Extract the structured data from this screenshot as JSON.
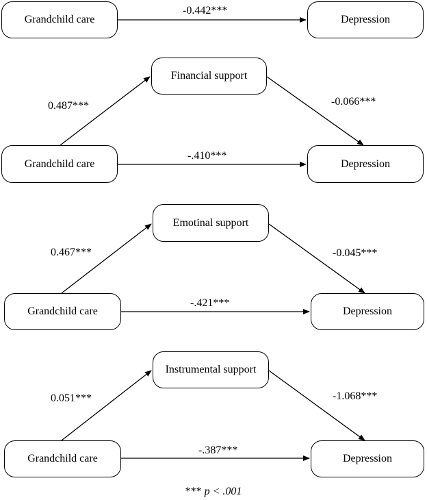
{
  "panels": [
    {
      "x_label": "Grandchild care",
      "y_label": "Depression",
      "direct": "-0.442***"
    },
    {
      "x_label": "Grandchild care",
      "m_label": "Financial support",
      "y_label": "Depression",
      "a": "0.487***",
      "b": "-0.066***",
      "direct": "-.410***"
    },
    {
      "x_label": "Grandchild care",
      "m_label": "Emotinal support",
      "y_label": "Depression",
      "a": "0.467***",
      "b": "-0.045***",
      "direct": "-.421***"
    },
    {
      "x_label": "Grandchild care",
      "m_label": "Instrumental support",
      "y_label": "Depression",
      "a": "0.051***",
      "b": "-1.068***",
      "direct": "-.387***"
    }
  ],
  "note": {
    "stars": "***",
    "p_text": "p < .001"
  }
}
